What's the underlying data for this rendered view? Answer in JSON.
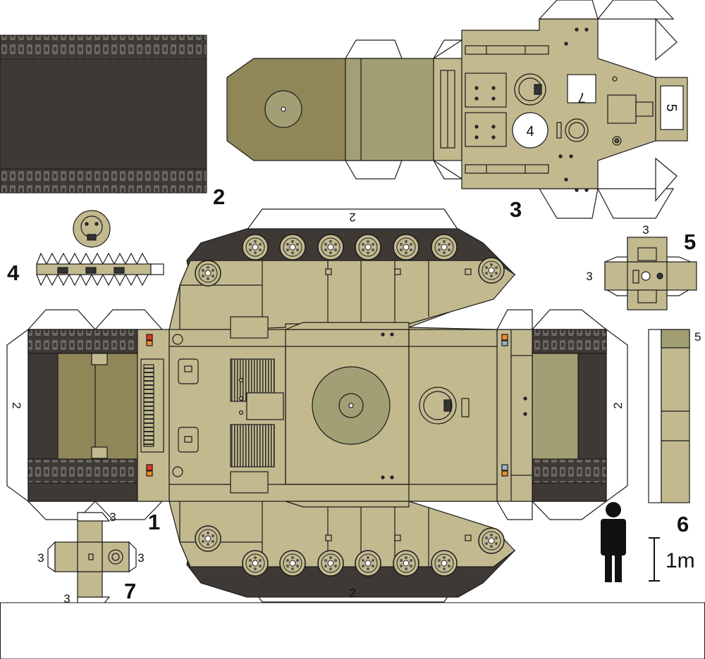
{
  "colors": {
    "khaki": "#c2b98f",
    "khaki_mid": "#a29f74",
    "khaki_dark": "#8f8758",
    "track_dark": "#3e3935",
    "track_link": "#6b6763",
    "outline": "#1a1a1a",
    "white": "#ffffff",
    "red_lamp": "#e23a22",
    "orange_lamp": "#f08a2b",
    "blue_lamp": "#9ab3c7"
  },
  "parts": {
    "p1": "1",
    "p2": "2",
    "p3": "3",
    "p4": "4",
    "p5": "5",
    "p6": "6",
    "p7": "7"
  },
  "tab_labels": {
    "track_top": "2",
    "track_bottom": "2",
    "track_left": "2",
    "track_right": "2",
    "p5_top": "3",
    "p5_left": "3",
    "p6_right": "5",
    "p7_top": "3",
    "p7_left": "3",
    "p7_right": "3",
    "p7_bottom": "3"
  },
  "turret_labels": {
    "hatch_4": "4",
    "panel_7": "7",
    "panel_5": "5"
  },
  "scale": {
    "label": "1m"
  },
  "icons": {
    "human_figure": "person-silhouette-icon"
  }
}
